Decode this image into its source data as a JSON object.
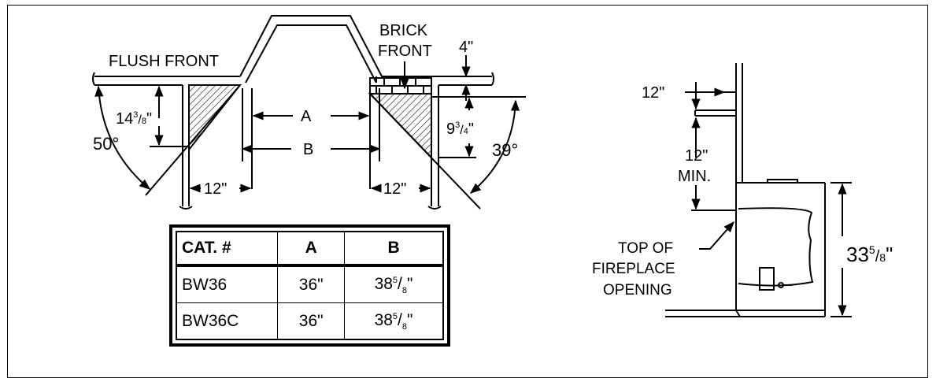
{
  "labels": {
    "flush_front": "FLUSH FRONT",
    "brick": "BRICK",
    "front": "FRONT",
    "dim_4in": "4\"",
    "dim_14": "14",
    "dim_14_frac_num": "3",
    "dim_14_frac_den": "8",
    "dim_A": "A",
    "dim_B": "B",
    "dim_9": "9",
    "dim_9_frac_num": "3",
    "dim_9_frac_den": "4",
    "angle_50": "50°",
    "angle_39": "39°",
    "dim_12_left": "12\"",
    "dim_12_right": "12\"",
    "dim_12_top": "12\"",
    "dim_12_min_a": "12\"",
    "dim_12_min_b": "MIN.",
    "top_of_1": "TOP OF",
    "top_of_2": "FIREPLACE",
    "top_of_3": "OPENING",
    "dim_33": "33",
    "dim_33_frac_num": "5",
    "dim_33_frac_den": "8"
  },
  "table": {
    "headers": [
      "CAT. #",
      "A",
      "B"
    ],
    "rows": [
      {
        "cat": "BW36",
        "a": "36\"",
        "b_whole": "38",
        "b_num": "5",
        "b_den": "8"
      },
      {
        "cat": "BW36C",
        "a": "36\"",
        "b_whole": "38",
        "b_num": "5",
        "b_den": "8"
      }
    ]
  }
}
